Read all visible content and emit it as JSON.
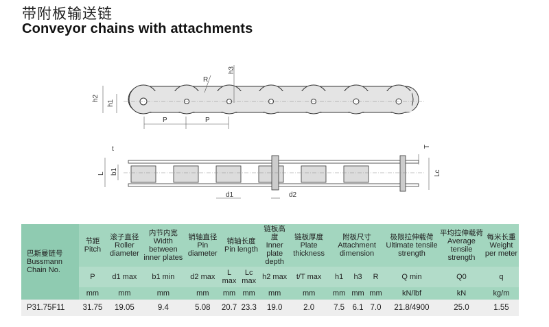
{
  "title_cn": "带附板输送链",
  "title_en": "Conveyor chains with attachments",
  "diagram_labels": {
    "h2": "h2",
    "h1": "h1",
    "h3": "h3",
    "R": "R",
    "P1": "P",
    "P2": "P",
    "t": "t",
    "L": "L",
    "b1": "b1",
    "d1": "d1",
    "d2": "d2",
    "T": "T",
    "Lc": "Lc"
  },
  "table": {
    "first_header": {
      "cn": "巴斯曼链号",
      "en1": "Bussmann",
      "en2": "Chain No."
    },
    "groups": [
      {
        "cn": "节距",
        "en": "Pitch"
      },
      {
        "cn": "滚子直径",
        "en": "Roller diameter"
      },
      {
        "cn": "内节内宽",
        "en": "Width between inner plates"
      },
      {
        "cn": "销轴直径",
        "en": "Pin diameter"
      },
      {
        "cn": "销轴长度",
        "en": "Pin length"
      },
      {
        "cn": "链板高度",
        "en": "Inner plate depth"
      },
      {
        "cn": "链板厚度",
        "en": "Plate thickness"
      },
      {
        "cn": "附板尺寸",
        "en": "Attachment dimension"
      },
      {
        "cn": "极限拉伸载荷",
        "en": "Ultimate tensile strength"
      },
      {
        "cn": "平均拉伸载荷",
        "en": "Average tensile strength"
      },
      {
        "cn": "每米长重",
        "en": "Weight per meter"
      }
    ],
    "symbols": [
      "P",
      "d1 max",
      "b1 min",
      "d2 max",
      "L max",
      "Lc max",
      "h2 max",
      "t/T max",
      "h1",
      "h3",
      "R",
      "Q min",
      "Q0",
      "q"
    ],
    "units": [
      "mm",
      "mm",
      "mm",
      "mm",
      "mm",
      "mm",
      "mm",
      "mm",
      "mm",
      "mm",
      "mm",
      "kN/lbf",
      "kN",
      "kg/m"
    ],
    "rows": [
      [
        "P31.75F11",
        "31.75",
        "19.05",
        "9.4",
        "5.08",
        "20.7",
        "23.3",
        "19.0",
        "2.0",
        "7.5",
        "6.1",
        "7.0",
        "21.8/4900",
        "25.0",
        "1.55"
      ]
    ]
  }
}
